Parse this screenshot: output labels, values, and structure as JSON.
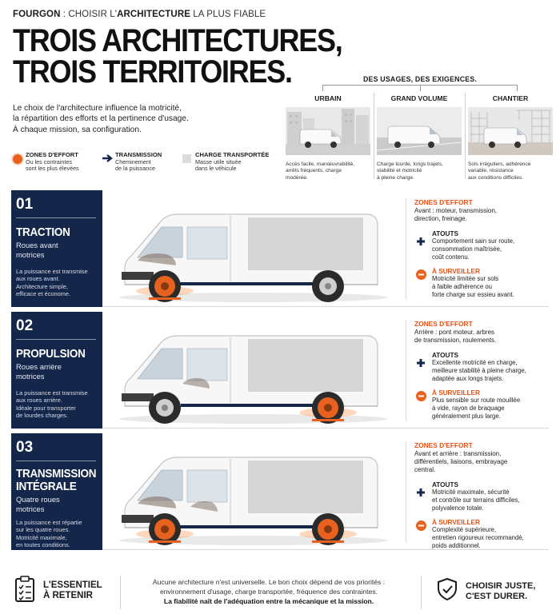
{
  "header": {
    "kicker_bold": "FOURGON",
    "kicker_sep": " : ",
    "kicker_a": "CHOISIR L'",
    "kicker_b": "ARCHITECTURE",
    "kicker_c": " LA PLUS FIABLE",
    "title_line1": "TROIS ARCHITECTURES,",
    "title_line2": "TROIS TERRITOIRES.",
    "intro": [
      "Le choix de l'architecture influence la motricité,",
      "la répartition des efforts et la pertinence d'usage.",
      "À chaque mission, sa configuration."
    ]
  },
  "legend": [
    {
      "icon": "orange-dot-icon",
      "title": "ZONES D'EFFORT",
      "body": [
        "Ou les contraintes",
        "sont les plus élevées"
      ]
    },
    {
      "icon": "arrow-right-icon",
      "title": "TRANSMISSION",
      "body": [
        "Cheminement",
        "de la puissance"
      ]
    },
    {
      "icon": "grey-square-icon",
      "title": "CHARGE TRANSPORTÉE",
      "body": [
        "Masse utile située",
        "dans le véhicule"
      ]
    }
  ],
  "usages": {
    "title": "DES USAGES, DES EXIGENCES.",
    "columns": [
      {
        "heading": "URBAIN",
        "text": [
          "Accès facile, manœuvrabilité,",
          "arrêts fréquents, charge",
          "modérée."
        ]
      },
      {
        "heading": "GRAND VOLUME",
        "text": [
          "Charge lourde, longs trajets,",
          "stabilité et motricité",
          "à pleine charge."
        ]
      },
      {
        "heading": "CHANTIER",
        "text": [
          "Sols irréguliers, adhérence",
          "variable, résistance",
          "aux conditions difficiles."
        ]
      }
    ]
  },
  "sections": [
    {
      "num": "01",
      "name": [
        "TRACTION"
      ],
      "sub": [
        "Roues avant",
        "motrices"
      ],
      "desc": [
        "La puissance est transmise",
        "aux roues avant.",
        "Architecture simple,",
        "efficace et économe."
      ],
      "zones_title": "ZONES D'EFFORT",
      "zones_body": [
        "Avant : moteur, transmission,",
        "direction, freinage."
      ],
      "atouts_title": "ATOUTS",
      "atouts_body": [
        "Comportement sain sur route,",
        "consommation maîtrisée,",
        "coût contenu."
      ],
      "surveiller_title": "À SURVEILLER",
      "surveiller_body": [
        "Motricité limitée sur sols",
        "à faible adhérence ou",
        "forte charge sur essieu avant."
      ]
    },
    {
      "num": "02",
      "name": [
        "PROPULSION"
      ],
      "sub": [
        "Roues arrière",
        "motrices"
      ],
      "desc": [
        "La puissance est transmise",
        "aux roues arrière.",
        "Idéale pour transporter",
        "de lourdes charges."
      ],
      "zones_title": "ZONES D'EFFORT",
      "zones_body": [
        "Arrière : pont moteur, arbres",
        "de transmission, roulements."
      ],
      "atouts_title": "ATOUTS",
      "atouts_body": [
        "Excellente motricité en charge,",
        "meilleure stabilité à pleine charge,",
        "adaptée aux longs trajets."
      ],
      "surveiller_title": "À SURVEILLER",
      "surveiller_body": [
        "Plus sensible sur route mouillée",
        "à vide, rayon de braquage",
        "généralement plus large."
      ]
    },
    {
      "num": "03",
      "name": [
        "TRANSMISSION",
        "INTÉGRALE"
      ],
      "sub": [
        "Quatre roues",
        "motrices"
      ],
      "desc": [
        "La puissance est répartie",
        "sur les quatre roues.",
        "Motricité maximale,",
        "en toutes conditions."
      ],
      "zones_title": "ZONES D'EFFORT",
      "zones_body": [
        "Avant et arrière : transmission,",
        "différentiels, liaisons, embrayage",
        "central."
      ],
      "atouts_title": "ATOUTS",
      "atouts_body": [
        "Motricité maximale, sécurité",
        "et contrôle sur terrains difficiles,",
        "polyvalence totale."
      ],
      "surveiller_title": "À SURVEILLER",
      "surveiller_body": [
        "Complexité supérieure,",
        "entretien rigoureux recommandé,",
        "poids additionnel."
      ]
    }
  ],
  "footer": {
    "essential": [
      "L'ESSENTIEL",
      "À RETENIR"
    ],
    "text": [
      "Aucune architecture n'est universelle. Le bon choix dépend de vos priorités :",
      "environnement d'usage, charge transportée, fréquence des contraintes."
    ],
    "strong": "La fiabilité naît de l'adéquation entre la mécanique et la mission.",
    "motto": [
      "CHOISIR JUSTE,",
      "C'EST DURER."
    ]
  },
  "colors": {
    "navy": "#14264a",
    "orange": "#e8611f",
    "accent_text": "#e0531a"
  }
}
